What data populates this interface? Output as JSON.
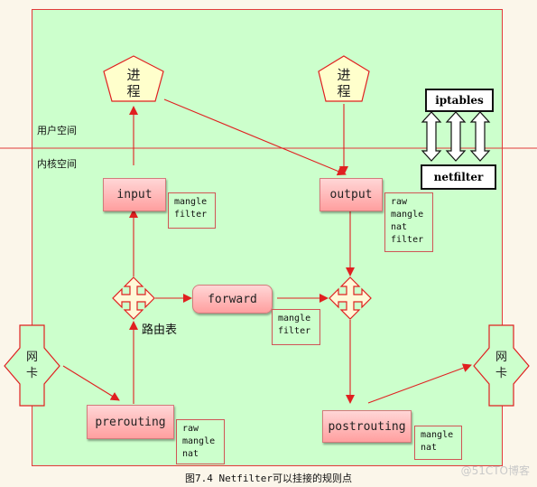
{
  "caption": "图7.4 Netfilter可以挂接的规则点",
  "watermark": "@51CTO博客",
  "spaces": {
    "user": "用户空间",
    "kernel": "内核空间"
  },
  "process_left": {
    "line1": "进",
    "line2": "程"
  },
  "process_right": {
    "line1": "进",
    "line2": "程"
  },
  "tools": {
    "iptables": "iptables",
    "netfilter": "netfilter"
  },
  "chains": {
    "input": "input",
    "output": "output",
    "forward": "forward",
    "prerouting": "prerouting",
    "postrouting": "postrouting"
  },
  "tables": {
    "input": [
      "mangle",
      "filter"
    ],
    "output": [
      "raw",
      "mangle",
      "nat",
      "filter"
    ],
    "forward": [
      "mangle",
      "filter"
    ],
    "prerouting": [
      "raw",
      "mangle",
      "nat"
    ],
    "postrouting": [
      "mangle",
      "nat"
    ]
  },
  "routing_table": "路由表",
  "nic_left": {
    "line1": "网",
    "line2": "卡"
  },
  "nic_right": {
    "line1": "网",
    "line2": "卡"
  },
  "colors": {
    "arrow": "#e02020",
    "frame_fill": "#ccffcc",
    "chain_fill": "#ff9f9f",
    "background": "#fbf6ea"
  }
}
